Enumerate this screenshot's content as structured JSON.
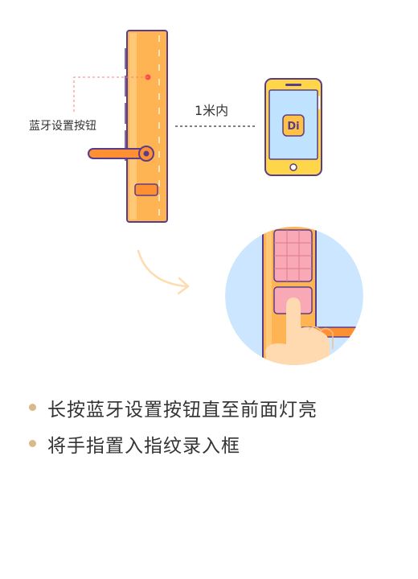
{
  "illustration": {
    "button_label": "蓝牙设置按钮",
    "distance_label": "1米内",
    "app_logo_text": "Di",
    "colors": {
      "lock_body": "#ffb454",
      "outline": "#5a3d8a",
      "handle": "#ff8f33",
      "phone_screen": "#bfe3ff",
      "phone_frame": "#ffd54a",
      "zoom_circle": "#cce6ff",
      "keypad": "#f9a8b6",
      "finger": "#ffd9b0",
      "indicator_red": "#ff4b4b"
    }
  },
  "instructions": [
    "长按蓝牙设置按钮直至前面灯亮",
    "将手指置入指纹录入框"
  ],
  "colors": {
    "bullet": "#d9b88a",
    "text": "#333333"
  }
}
